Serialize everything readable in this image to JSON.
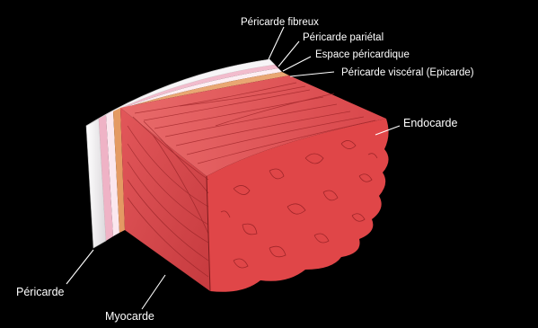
{
  "labels": {
    "pericarde_fibreux": "Péricarde fibreux",
    "pericarde_parietal": "Péricarde pariétal",
    "espace_pericardique": "Espace péricardique",
    "pericarde_visceral": "Péricarde viscéral (Epicarde)",
    "endocarde": "Endocarde",
    "pericarde": "Péricarde",
    "myocarde": "Myocarde"
  },
  "colors": {
    "background": "#000000",
    "fibrous_pericardium": "#f3f1f3",
    "parietal_pericardium": "#efb3c6",
    "pericardial_space": "#fbe7ee",
    "visceral_epicardium": "#e49a63",
    "myocardium": "#dd4a4b",
    "myocardium_dark": "#b52e33",
    "endocardium": "#e2474b",
    "label_text": "#ffffff"
  }
}
